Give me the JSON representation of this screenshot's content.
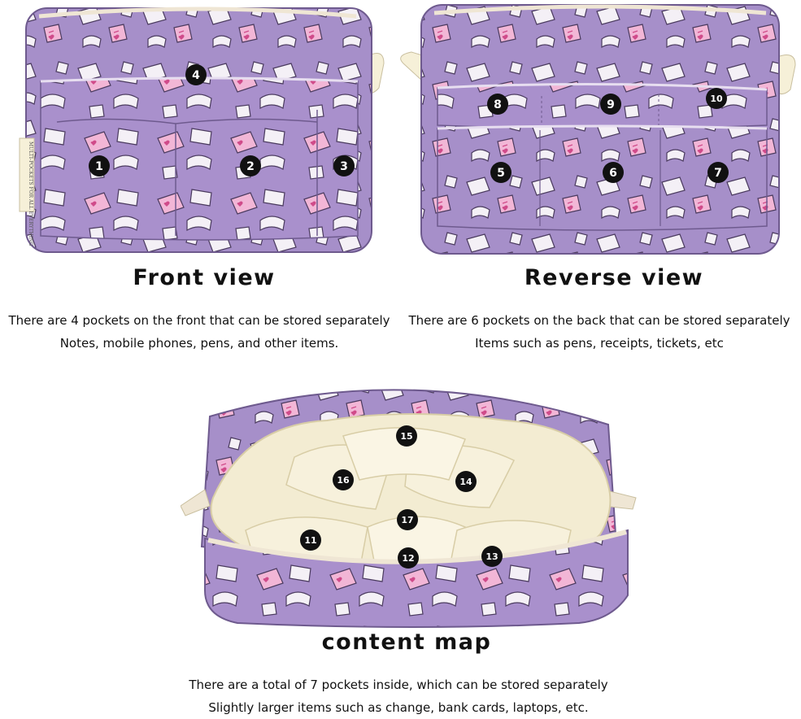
{
  "front": {
    "title": "Front view",
    "line1": "There are 4 pockets on the front that can be stored separately",
    "line2": "Notes, mobile phones, pens, and other items.",
    "tag_text": "MULTI-POCKETS FOR ALL EVERYTHING",
    "markers": [
      "1",
      "2",
      "3",
      "4"
    ]
  },
  "reverse": {
    "title": "Reverse view",
    "line1": "There are 6 pockets on the back that can be stored separately",
    "line2": "Items such as pens, receipts, tickets, etc",
    "markers": [
      "5",
      "6",
      "7",
      "8",
      "9",
      "10"
    ]
  },
  "content": {
    "title": "content map",
    "line1": "There are a total of 7 pockets inside, which can be stored separately",
    "line2": "Slightly larger items such as change, bank cards, laptops, etc.",
    "markers": [
      "11",
      "12",
      "13",
      "14",
      "15",
      "16",
      "17"
    ]
  },
  "colors": {
    "bag_purple": "#a68fc9",
    "bag_purple_dark": "#8e76b5",
    "book_pink": "#f2b6d6",
    "book_white": "#f4f0f6",
    "lining_cream": "#f3ecd2",
    "marker": "#111111"
  }
}
